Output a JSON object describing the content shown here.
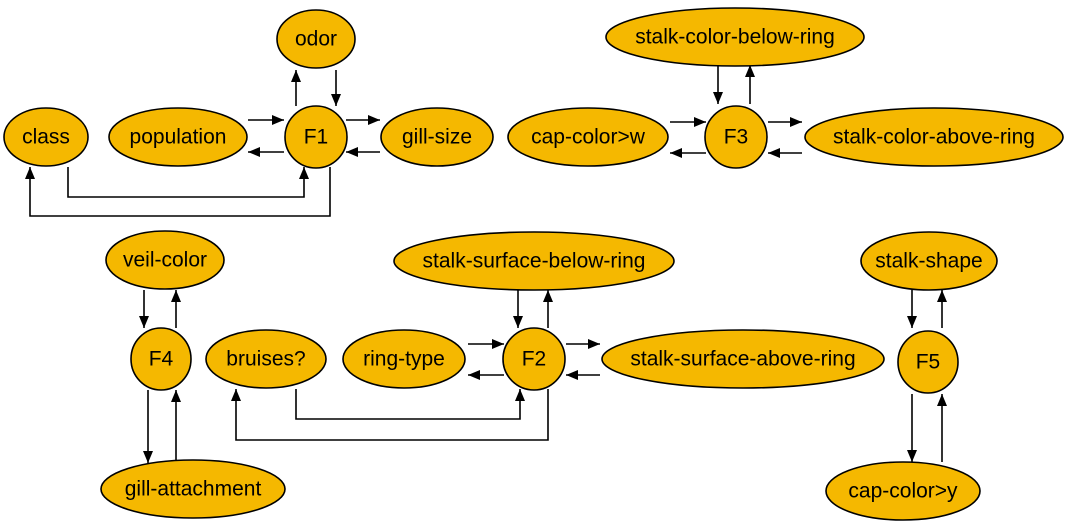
{
  "colors": {
    "node_fill": "#f5b800",
    "node_stroke": "#000000",
    "edge": "#000000",
    "background": "#ffffff"
  },
  "nodes": {
    "odor": "odor",
    "class": "class",
    "population": "population",
    "f1": "F1",
    "gill_size": "gill-size",
    "stalk_color_below_ring": "stalk-color-below-ring",
    "cap_color_w": "cap-color>w",
    "f3": "F3",
    "stalk_color_above_ring": "stalk-color-above-ring",
    "veil_color": "veil-color",
    "stalk_surface_below_ring": "stalk-surface-below-ring",
    "stalk_shape": "stalk-shape",
    "f4": "F4",
    "bruises": "bruises?",
    "ring_type": "ring-type",
    "f2": "F2",
    "stalk_surface_above_ring": "stalk-surface-above-ring",
    "f5": "F5",
    "gill_attachment": "gill-attachment",
    "cap_color_y": "cap-color>y"
  }
}
